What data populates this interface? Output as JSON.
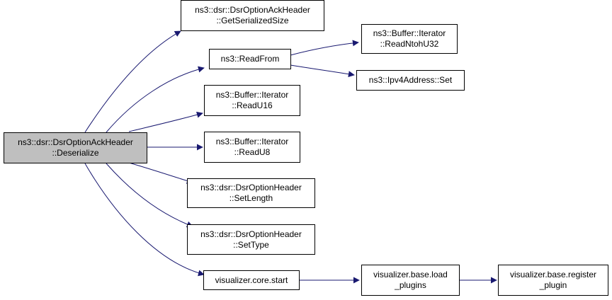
{
  "graph": {
    "colors": {
      "edge": "#191970",
      "root_fill": "#bfbfbf",
      "node_fill": "#ffffff",
      "border": "#000000"
    },
    "nodes": {
      "root": {
        "line1": "ns3::dsr::DsrOptionAckHeader",
        "line2": "::Deserialize"
      },
      "get_serialized_size": {
        "line1": "ns3::dsr::DsrOptionAckHeader",
        "line2": "::GetSerializedSize"
      },
      "read_from": {
        "line1": "ns3::ReadFrom"
      },
      "read_ntoh_u32": {
        "line1": "ns3::Buffer::Iterator",
        "line2": "::ReadNtohU32"
      },
      "ipv4_set": {
        "line1": "ns3::Ipv4Address::Set"
      },
      "read_u16": {
        "line1": "ns3::Buffer::Iterator",
        "line2": "::ReadU16"
      },
      "read_u8": {
        "line1": "ns3::Buffer::Iterator",
        "line2": "::ReadU8"
      },
      "set_length": {
        "line1": "ns3::dsr::DsrOptionHeader",
        "line2": "::SetLength"
      },
      "set_type": {
        "line1": "ns3::dsr::DsrOptionHeader",
        "line2": "::SetType"
      },
      "core_start": {
        "line1": "visualizer.core.start"
      },
      "load_plugins": {
        "line1": "visualizer.base.load",
        "line2": "_plugins"
      },
      "register_plugin": {
        "line1": "visualizer.base.register",
        "line2": "_plugin"
      }
    }
  }
}
